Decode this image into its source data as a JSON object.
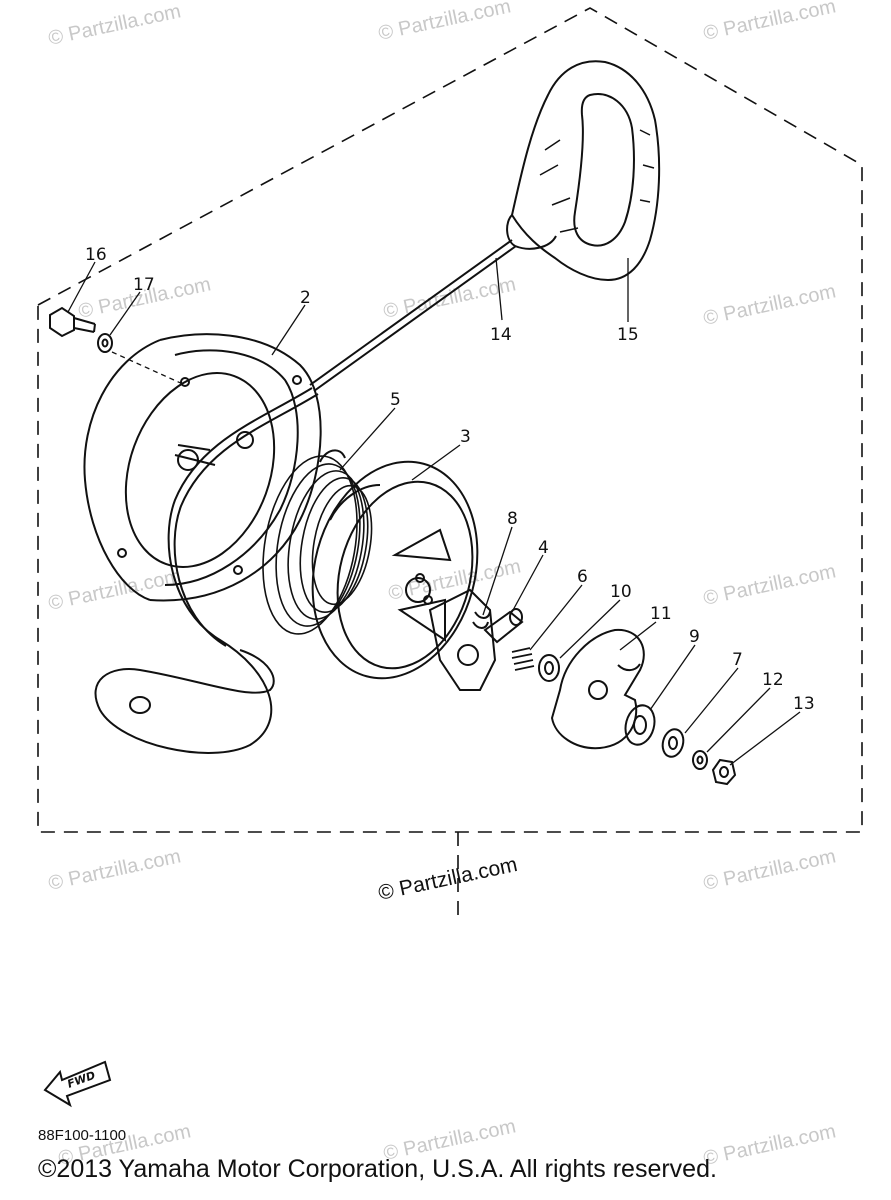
{
  "callouts": {
    "c2": "2",
    "c3": "3",
    "c4": "4",
    "c5": "5",
    "c6": "6",
    "c7": "7",
    "c8": "8",
    "c9": "9",
    "c10": "10",
    "c11": "11",
    "c12": "12",
    "c13": "13",
    "c14": "14",
    "c15": "15",
    "c16": "16",
    "c17": "17"
  },
  "watermark": "© Partzilla.com",
  "fwd_label": "FWD",
  "diagram_code": "88F100-1100",
  "copyright": "©2013 Yamaha Motor Corporation, U.S.A. All rights reserved."
}
